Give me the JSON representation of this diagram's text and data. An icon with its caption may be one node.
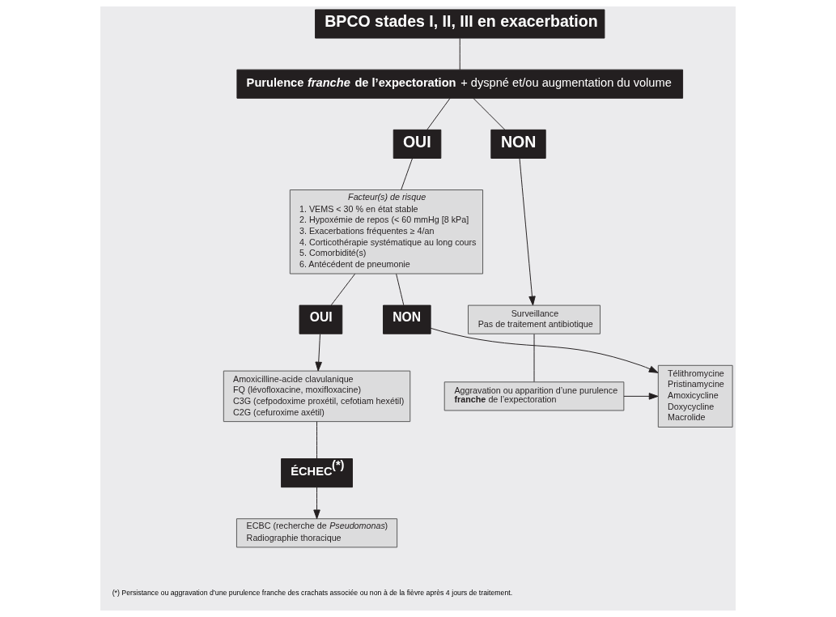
{
  "diagram": {
    "nodes": [
      {
        "text": [
          "BPCO stades I, II, III en exacerbation"
        ]
      },
      {
        "text": [
          "**Purulence *franche* de l’expectoration** + dyspné et/ou augmentation du volume"
        ]
      },
      {
        "text": [
          "OUI"
        ]
      },
      {
        "text": [
          "NON"
        ]
      },
      {
        "text": [
          "Facteur(s) de risque",
          "1. VEMS < 30 % en état stable",
          "2. Hypoxémie de repos (< 60 mmHg [8 kPa]",
          "3. Exacerbations fréquentes ≥ 4/an",
          "4. Corticothérapie systématique au long cours",
          "5. Comorbidité(s)",
          "6. Antécédent de pneumonie"
        ]
      },
      {
        "text": [
          "Surveillance",
          "Pas de traitement antibiotique"
        ]
      },
      {
        "text": [
          "OUI"
        ]
      },
      {
        "text": [
          "NON"
        ]
      },
      {
        "text": [
          "Amoxicilline-acide clavulanique",
          "FQ (lévofloxacine, moxifloxacine)",
          "C3G (cefpodoxime proxétil, cefotiam hexétil)",
          "C2G (cefuroxime axétil)"
        ]
      },
      {
        "text": [
          "Télithromycine",
          "Pristinamycine",
          "Amoxicycline",
          "Doxycycline",
          "Macrolide"
        ]
      },
      {
        "text": [
          "Aggravation ou apparition d’une purulence **franche** de l’expectoration"
        ]
      },
      {
        "text": [
          "ÉCHEC$^{(*)}$"
        ]
      },
      {
        "text": [
          "ECBC (recherche de *Pseudomonas*)",
          "Radiographie thoracique"
        ]
      }
    ],
    "edges": [
      {
        "from": 0,
        "to": 1,
        "arrow": "none"
      },
      {
        "from": 1,
        "to": 2,
        "arrow": "none"
      },
      {
        "from": 1,
        "to": 3,
        "arrow": "none"
      },
      {
        "from": 2,
        "to": 4,
        "arrow": "none"
      },
      {
        "from": 3,
        "to": 5,
        "arrow": "to"
      },
      {
        "from": 4,
        "to": 6,
        "arrow": "none"
      },
      {
        "from": 4,
        "to": 7,
        "arrow": "none"
      },
      {
        "from": 6,
        "to": 8,
        "arrow": "to"
      },
      {
        "from": 7,
        "to": 9,
        "arrow": "to"
      },
      {
        "from": 5,
        "to": 10,
        "arrow": "none"
      },
      {
        "from": 10,
        "to": 9,
        "arrow": "to"
      },
      {
        "from": 8,
        "to": 11,
        "arrow": "none"
      },
      {
        "from": 11,
        "to": 12,
        "arrow": "to"
      }
    ],
    "labels": [
      "(*) Persistance ou aggravation d’une purulence franche des crachats associée ou non à de la fièvre après 4 jours de traitement."
    ]
  }
}
